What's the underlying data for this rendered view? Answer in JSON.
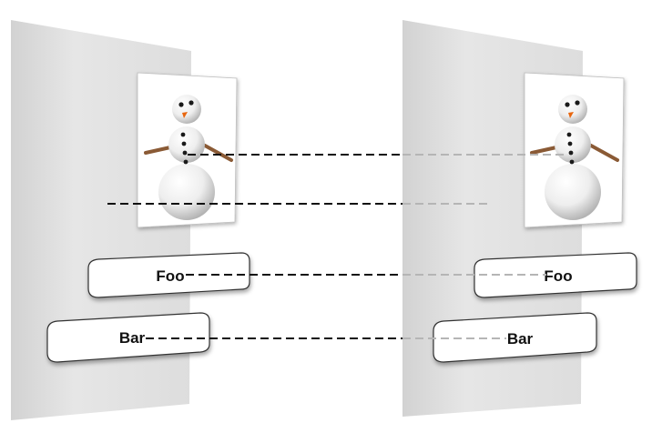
{
  "diagram": {
    "left_view": {
      "buttons": [
        {
          "label": "Foo"
        },
        {
          "label": "Bar"
        }
      ]
    },
    "right_view": {
      "buttons": [
        {
          "label": "Foo"
        },
        {
          "label": "Bar"
        }
      ]
    },
    "colors": {
      "panel_fill": "#e3e3e3",
      "panel_edge": "#d0d0d0",
      "button_fill": "#ffffff",
      "button_stroke": "#333333",
      "connector": "#111111",
      "connector_faded": "#b5b5b5",
      "snowman_arm": "#8a5a35",
      "snowman_nose": "#e8660f"
    }
  }
}
